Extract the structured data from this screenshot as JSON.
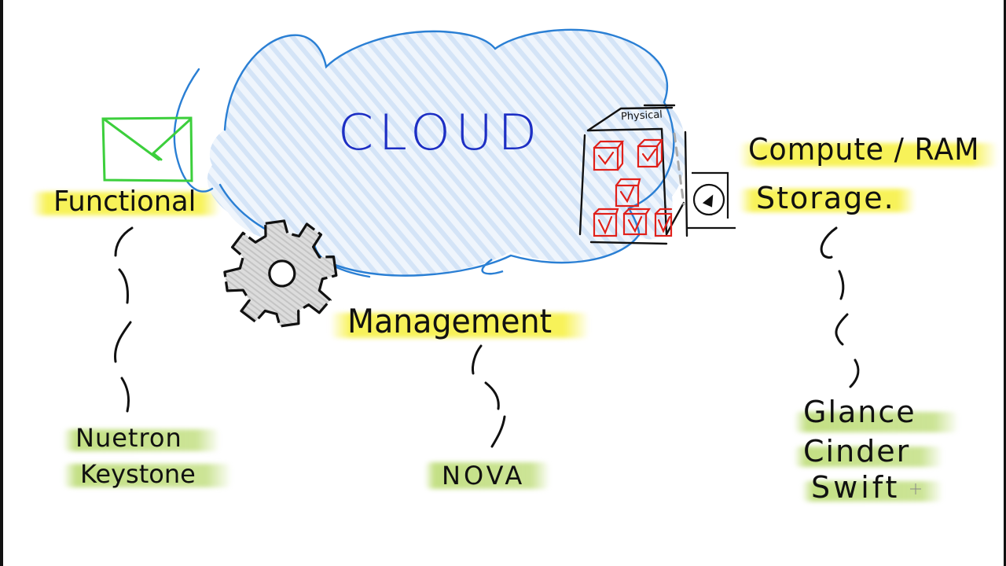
{
  "diagram": {
    "title": "CLOUD",
    "colors": {
      "cloud_outline": "#2a7fd4",
      "cloud_fill": "#bcd6f2",
      "cloud_title": "#1d2fc4",
      "envelope": "#3ccf3c",
      "vm_boxes": "#e0201a",
      "ink": "#111111",
      "highlight_yellow": "#f6f03c",
      "highlight_green": "#aad250"
    },
    "icons": {
      "envelope": "envelope-icon",
      "gear": "gear-icon",
      "server": "physical-server-icon",
      "disk": "storage-disk-icon"
    },
    "server_label": "Physical",
    "vm_count": 6,
    "categories": [
      {
        "id": "functional",
        "label": "Functional",
        "icon": "envelope-icon",
        "services": [
          "Nuetron",
          "Keystone"
        ]
      },
      {
        "id": "management",
        "label": "Management",
        "icon": "gear-icon",
        "services": [
          "NOVA"
        ]
      },
      {
        "id": "compute-storage",
        "label_line1": "Compute / RAM",
        "label_line2": "Storage.",
        "icon": "physical-server-icon",
        "services": [
          "Glance",
          "Cinder",
          "Swift"
        ]
      }
    ]
  }
}
